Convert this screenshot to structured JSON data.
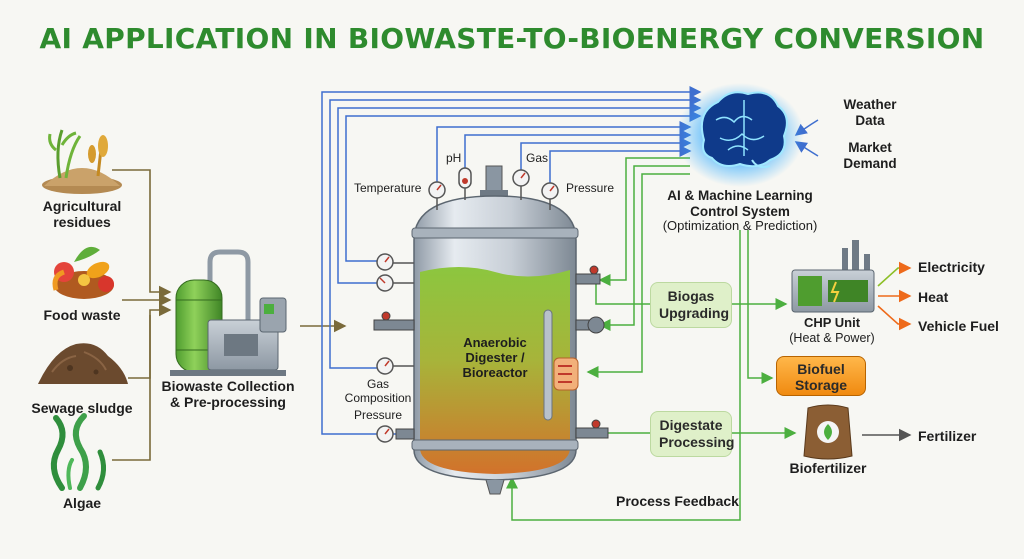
{
  "title": "AI APPLICATION IN BIOWASTE-TO-BIOENERGY CONVERSION",
  "sources": {
    "agricultural": "Agricultural residues",
    "food": "Food waste",
    "sewage": "Sewage sludge",
    "algae": "Algae"
  },
  "preprocessing": {
    "line1": "Biowaste Collection",
    "line2": "& Pre-processing"
  },
  "reactor": {
    "line1": "Anaerobic",
    "line2": "Digester /",
    "line3": "Bioreactor"
  },
  "sensors": {
    "temperature": "Temperature",
    "ph": "pH",
    "gas": "Gas",
    "pressure_top": "Pressure",
    "gas_composition_1": "Gas",
    "gas_composition_2": "Composition",
    "pressure_bottom": "Pressure"
  },
  "ai": {
    "line1": "AI & Machine Learning",
    "line2": "Control System",
    "line3": "(Optimization & Prediction)"
  },
  "inputs": {
    "weather_1": "Weather",
    "weather_2": "Data",
    "market_1": "Market",
    "market_2": "Demand"
  },
  "biogas": {
    "line1": "Biogas",
    "line2": "Upgrading"
  },
  "chp": {
    "line1": "CHP Unit",
    "line2": "(Heat & Power)"
  },
  "biofuel": {
    "line1": "Biofuel",
    "line2": "Storage"
  },
  "outputs": {
    "electricity": "Electricity",
    "heat": "Heat",
    "vehicle_fuel": "Vehicle Fuel",
    "fertilizer": "Fertilizer"
  },
  "digestate": {
    "line1": "Digestate",
    "line2": "Processing"
  },
  "biofertilizer": "Biofertilizer",
  "feedback": "Process Feedback",
  "colors": {
    "title_green": "#2e8b2e",
    "sensor_blue": "#3f6fcf",
    "control_green": "#4caf3f",
    "feed_brown": "#7a6a3a",
    "output_orange": "#ee6a1a",
    "brain_glow": "#2aa8ff"
  }
}
